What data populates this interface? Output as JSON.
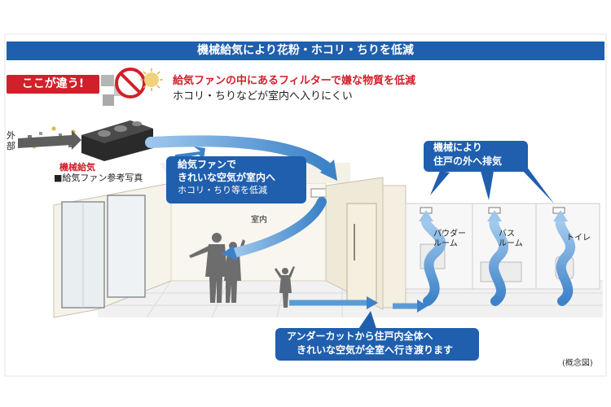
{
  "banner": "機械給気により花粉・ホコリ・ちりを低減",
  "badge": "ここが違う!",
  "headline": "給気ファンの中にあるフィルターで嫌な物質を低減",
  "subline": "ホコリ・ちりなどが室内へ入りにくい",
  "outside_label": "外部",
  "kikai_label": "機械給気",
  "photo_note": "■給気ファン参考写真",
  "bubble_supply": {
    "line1": "給気ファンで",
    "line2": "きれいな空気が室内へ",
    "line3": "ホコリ・ちり等を低減"
  },
  "bubble_exhaust": {
    "line1": "機械により",
    "line2": "住戸の外へ排気"
  },
  "bubble_undercut": {
    "line1": "アンダーカットから住戸内全体へ",
    "line2": "きれいな空気が全室へ行き渡ります"
  },
  "rooms": {
    "indoor": "室内",
    "powder_1": "パウダー",
    "powder_2": "ルーム",
    "bath_1": "バス",
    "bath_2": "ルーム",
    "toilet": "トイレ"
  },
  "note": "(概念図)",
  "colors": {
    "banner": "#1f5fae",
    "accent_red": "#d0202a",
    "airflow": "#5b9bd5"
  }
}
